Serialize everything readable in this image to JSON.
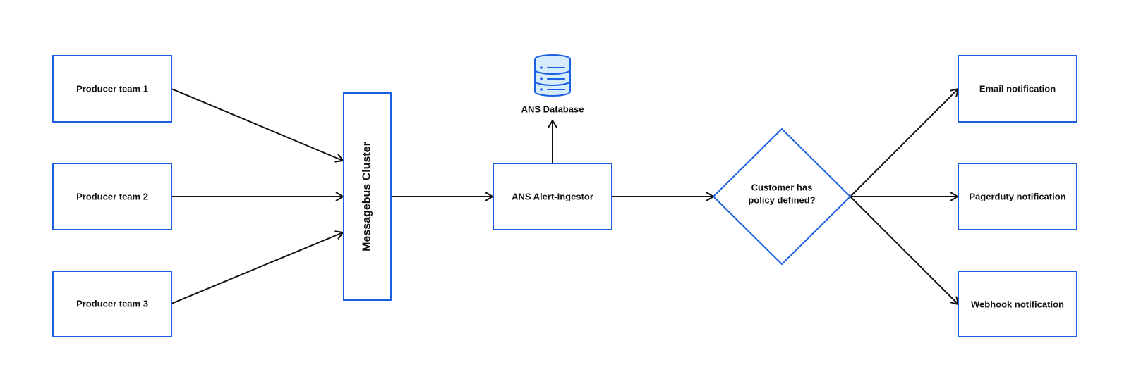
{
  "diagram": {
    "nodes": {
      "producer_1": "Producer team 1",
      "producer_2": "Producer team 2",
      "producer_3": "Producer team 3",
      "messagebus": "Messagebus Cluster",
      "ingestor": "ANS Alert-Ingestor",
      "database": "ANS Database",
      "decision_line1": "Customer has",
      "decision_line2": "policy defined?",
      "email": "Email notification",
      "pagerduty": "Pagerduty notification",
      "webhook": "Webhook notification"
    },
    "edges": [
      {
        "from": "producer_1",
        "to": "messagebus"
      },
      {
        "from": "producer_2",
        "to": "messagebus"
      },
      {
        "from": "producer_3",
        "to": "messagebus"
      },
      {
        "from": "messagebus",
        "to": "ingestor"
      },
      {
        "from": "ingestor",
        "to": "database"
      },
      {
        "from": "ingestor",
        "to": "decision"
      },
      {
        "from": "decision",
        "to": "email"
      },
      {
        "from": "decision",
        "to": "pagerduty"
      },
      {
        "from": "decision",
        "to": "webhook"
      }
    ],
    "colors": {
      "node_border": "#1a5fe0",
      "edge": "#111111",
      "database_fill": "#d6ebfb",
      "database_stroke": "#1a5fe0"
    },
    "icons": {
      "database": "database-icon"
    }
  }
}
